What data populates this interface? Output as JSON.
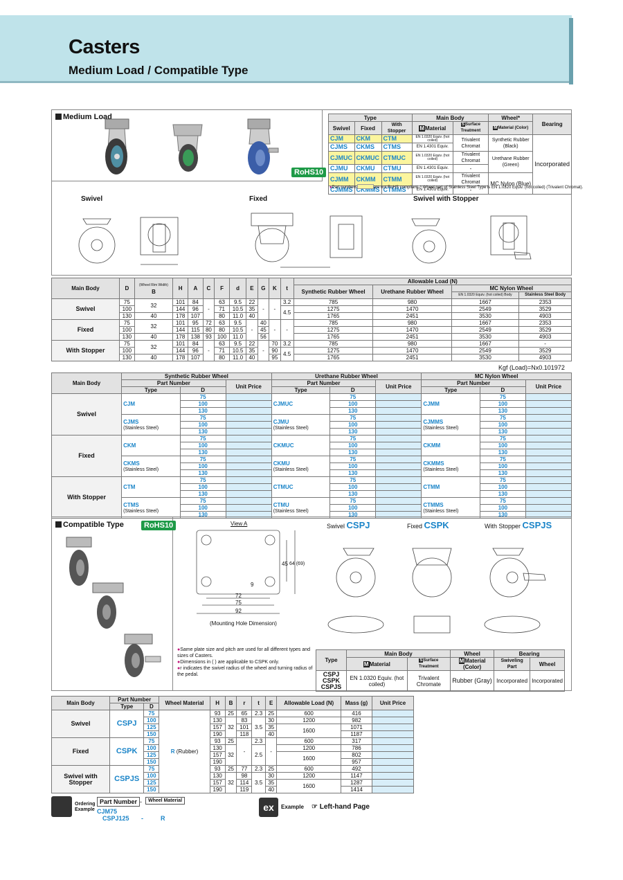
{
  "header": {
    "title": "Casters",
    "subtitle": "Medium Load / Compatible Type"
  },
  "medium": {
    "section_title": "Medium Load",
    "rohs": "RoHS10",
    "type_table": {
      "h_type": "Type",
      "h_main": "Main Body",
      "h_wheel": "Wheel*",
      "h_bearing": "Bearing",
      "h_swivel": "Swivel",
      "h_fixed": "Fixed",
      "h_stopper": "With Stopper",
      "h_material": "Material",
      "h_surface": "Surface Treatment",
      "h_wmat": "Material (Color)",
      "rows": [
        {
          "s": "CJM",
          "f": "CKM",
          "t": "CTM",
          "mat": "EN 1.0320 Equiv. (hot coiled)",
          "surf": "Trivalent Chromat",
          "wheel": "Synthetic Rubber (Black)"
        },
        {
          "s": "CJMS",
          "f": "CKMS",
          "t": "CTMS",
          "mat": "EN 1.4301 Equiv.",
          "surf": "-"
        },
        {
          "s": "CJMUC",
          "f": "CKMUC",
          "t": "CTMUC",
          "mat": "EN 1.0320 Equiv. (hot coiled)",
          "surf": "Trivalent Chromat",
          "wheel": "Urethane Rubber (Green)"
        },
        {
          "s": "CJMU",
          "f": "CKMU",
          "t": "CTMU",
          "mat": "EN 1.4301 Equiv.",
          "surf": "-"
        },
        {
          "s": "CJMM",
          "f": "CKMM",
          "t": "CTMM",
          "mat": "EN 1.0320 Equiv. (hot coiled)",
          "surf": "Trivalent Chromat",
          "wheel": "MC Nylon (Blue)"
        },
        {
          "s": "CJMMS",
          "f": "CKMMS",
          "t": "CTMMS",
          "mat": "EN 1.4301 Equiv.",
          "surf": "-"
        }
      ],
      "bearing": "Incorporated",
      "note1": "Part numbers",
      "note2": "are not RoHS compliant.",
      "note3": "* Wheel part of Stainless Steel Type is EN 1.0320 Equiv. (hot coiled) (Trivalent Chromat)."
    },
    "drawing_labels": {
      "swivel": "Swivel",
      "fixed": "Fixed",
      "stopper": "Swivel with Stopper"
    }
  },
  "dims": {
    "headers": {
      "main": "Main Body",
      "D": "D",
      "B_small": "(Wheel Rim Width)",
      "B": "B",
      "H": "H",
      "A": "A",
      "C": "C",
      "F": "F",
      "d": "d",
      "E": "E",
      "G": "G",
      "K": "K",
      "t": "t",
      "allow": "Allowable Load (N)",
      "syn": "Synthetic Rubber Wheel",
      "ure": "Urethane Rubber Wheel",
      "mc": "MC Nylon Wheel",
      "body": "EN 1.0320 Equiv. (hot coiled) Body",
      "ss": "Stainless Steel Body"
    },
    "groups": [
      {
        "name": "Swivel",
        "B": "32",
        "B2": "40",
        "C": "-",
        "G": "-",
        "K": "-",
        "t1": "3.2",
        "t2": "4.5",
        "rows": [
          {
            "D": "75",
            "H": "101",
            "A": "84",
            "F": "63",
            "d": "9.5",
            "E": "22",
            "s": "785",
            "u": "980",
            "m1": "1667",
            "m2": "2353"
          },
          {
            "D": "100",
            "H": "144",
            "A": "96",
            "F": "71",
            "d": "10.5",
            "E": "35",
            "s": "1275",
            "u": "1470",
            "m1": "2549",
            "m2": "3529"
          },
          {
            "D": "130",
            "H": "178",
            "A": "107",
            "F": "80",
            "d": "11.0",
            "E": "40",
            "s": "1765",
            "u": "2451",
            "m1": "3530",
            "m2": "4903"
          }
        ]
      },
      {
        "name": "Fixed",
        "B": "32",
        "B2": "40",
        "E": "-",
        "K": "-",
        "t": "-",
        "rows": [
          {
            "D": "75",
            "H": "101",
            "A": "95",
            "C": "72",
            "F": "63",
            "d": "9.5",
            "G": "40",
            "s": "785",
            "u": "980",
            "m1": "1667",
            "m2": "2353"
          },
          {
            "D": "100",
            "H": "144",
            "A": "115",
            "C": "80",
            "F": "80",
            "d": "10.5",
            "G": "45",
            "s": "1275",
            "u": "1470",
            "m1": "2549",
            "m2": "3529"
          },
          {
            "D": "130",
            "H": "178",
            "A": "138",
            "C": "93",
            "F": "100",
            "d": "11.0",
            "G": "56",
            "s": "1765",
            "u": "2451",
            "m1": "3530",
            "m2": "4903"
          }
        ]
      },
      {
        "name": "With Stopper",
        "B": "32",
        "B2": "40",
        "C": "-",
        "G": "-",
        "t1": "3.2",
        "t2": "4.5",
        "rows": [
          {
            "D": "75",
            "H": "101",
            "A": "84",
            "F": "63",
            "d": "9.5",
            "E": "22",
            "K": "70",
            "s": "785",
            "u": "980",
            "m1": "1667",
            "m2": "-"
          },
          {
            "D": "100",
            "H": "144",
            "A": "96",
            "F": "71",
            "d": "10.5",
            "E": "35",
            "K": "90",
            "s": "1275",
            "u": "1470",
            "m1": "2549",
            "m2": "3529"
          },
          {
            "D": "130",
            "H": "178",
            "A": "107",
            "F": "80",
            "d": "11.0",
            "E": "40",
            "K": "95",
            "s": "1765",
            "u": "2451",
            "m1": "3530",
            "m2": "4903"
          }
        ]
      }
    ],
    "note": "Kgf (Load)=Nx0.101972"
  },
  "pn": {
    "h_main": "Main Body",
    "h_syn": "Synthetic Rubber Wheel",
    "h_ure": "Urethane Rubber Wheel",
    "h_mc": "MC Nylon Wheel",
    "h_pn": "Part Number",
    "h_type": "Type",
    "h_D": "D",
    "h_up": "Unit Price",
    "ss": "(Stainless Steel)",
    "groups": [
      {
        "name": "Swivel",
        "a": [
          "CJM",
          "CJMUC",
          "CJMM"
        ],
        "b": [
          "CJMS",
          "CJMU",
          "CJMMS"
        ]
      },
      {
        "name": "Fixed",
        "a": [
          "CKM",
          "CKMUC",
          "CKMM"
        ],
        "b": [
          "CKMS",
          "CKMU",
          "CKMMS"
        ]
      },
      {
        "name": "With Stopper",
        "a": [
          "CTM",
          "CTMUC",
          "CTMM"
        ],
        "b": [
          "CTMS",
          "CTMU",
          "CTMMS"
        ]
      }
    ],
    "dvals": [
      "75",
      "100",
      "130"
    ]
  },
  "compat": {
    "section_title": "Compatible Type",
    "rohs": "RoHS10",
    "view_a": "View A",
    "mount": "(Mounting Hole Dimension)",
    "dim72": "72",
    "dim75": "75",
    "dim92": "92",
    "dim45": "45",
    "dim64": "64 (69)",
    "dim9": "9",
    "sw_label": "Swivel",
    "sw_code": "CSPJ",
    "fx_label": "Fixed",
    "fx_code": "CSPK",
    "st_label": "With Stopper",
    "st_code": "CSPJS",
    "notes": [
      "Same plate size and pitch are used for all different types and sizes of Casters.",
      "Dimensions in ( ) are applicable to CSPK only.",
      "r indicates the swivel radius of the wheel and turning radius of the pedal."
    ],
    "spec": {
      "h_type": "Type",
      "h_main": "Main Body",
      "h_wheel": "Wheel",
      "h_bearing": "Bearing",
      "h_mat": "Material",
      "h_surf": "Surface Treatment",
      "h_wmat": "Material (Color)",
      "h_swp": "Swiveling Part",
      "h_wh": "Wheel",
      "types": "CSPJ CSPK CSPJS",
      "mat": "EN 1.0320 Equiv. (hot coiled)",
      "surf": "Trivalent Chromate",
      "wheel": "Rubber (Gray)",
      "b1": "Incorporated",
      "b2": "Incorporated"
    },
    "table": {
      "h_main": "Main Body",
      "h_pn": "Part Number",
      "h_type": "Type",
      "h_D": "D",
      "h_wm": "Wheel Material",
      "h_H": "H",
      "h_B": "B",
      "h_r": "r",
      "h_t": "t",
      "h_E": "E",
      "h_al": "Allowable Load (N)",
      "h_mass": "Mass (g)",
      "h_up": "Unit Price",
      "wm": "R",
      "wm2": "(Rubber)",
      "groups": [
        {
          "name": "Swivel",
          "code": "CSPJ",
          "rows": [
            {
              "D": "75",
              "H": "93",
              "B": "25",
              "r": "65",
              "t": "2.3",
              "E": "25",
              "al": "600",
              "m": "416"
            },
            {
              "D": "100",
              "H": "130",
              "B": "32",
              "r": "83",
              "E": "30",
              "al": "1200",
              "m": "982"
            },
            {
              "D": "125",
              "H": "157",
              "r": "101",
              "t": "3.5",
              "E": "35",
              "al": "1600",
              "m": "1071"
            },
            {
              "D": "150",
              "H": "190",
              "r": "118",
              "E": "40",
              "m": "1187"
            }
          ]
        },
        {
          "name": "Fixed",
          "code": "CSPK",
          "rows": [
            {
              "D": "75",
              "H": "93",
              "B": "25",
              "r": "-",
              "t": "2.3",
              "E": "-",
              "al": "600",
              "m": "317"
            },
            {
              "D": "100",
              "H": "130",
              "B": "32",
              "t": "2.5",
              "al": "1200",
              "m": "786"
            },
            {
              "D": "125",
              "H": "157",
              "al": "1600",
              "m": "802"
            },
            {
              "D": "150",
              "H": "190",
              "m": "957"
            }
          ]
        },
        {
          "name": "Swivel with Stopper",
          "code": "CSPJS",
          "rows": [
            {
              "D": "75",
              "H": "93",
              "B": "25",
              "r": "77",
              "t": "2.3",
              "E": "25",
              "al": "600",
              "m": "492"
            },
            {
              "D": "100",
              "H": "130",
              "B": "32",
              "r": "98",
              "E": "30",
              "al": "1200",
              "m": "1147"
            },
            {
              "D": "125",
              "H": "157",
              "r": "114",
              "t": "3.5",
              "E": "35",
              "al": "1600",
              "m": "1287"
            },
            {
              "D": "150",
              "H": "190",
              "r": "119",
              "E": "40",
              "m": "1414"
            }
          ]
        }
      ]
    }
  },
  "footer": {
    "ordering": "Ordering",
    "example": "Example",
    "pn": "Part Number",
    "dash": "-",
    "wm": "Wheel Material",
    "ex1": "CJM75",
    "ex2": "CSPJ125",
    "ex2dash": "-",
    "ex2r": "R",
    "ex_label": "Example",
    "left": "Left-hand Page"
  }
}
